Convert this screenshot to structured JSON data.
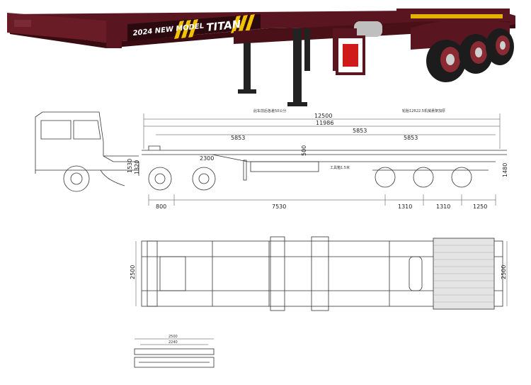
{
  "photo": {
    "banner_model": "2024 NEW MODEL",
    "banner_brand": "TITAN",
    "colors": {
      "body": "#5a1620",
      "body_dark": "#3a0c12",
      "tire": "#1c1c1c",
      "hub": "#cfcfcf",
      "stripe": "#f2c200"
    }
  },
  "side_view": {
    "note_top": "此车前后各差50公分",
    "note_axle": "轮胎12R22.5机械悬架加厚",
    "tool_box": "工具箱1.5米",
    "dims_top": [
      "12500",
      "11986",
      "5853",
      "5853",
      "5853"
    ],
    "dims_vertical": [
      "500",
      "1530",
      "1320",
      "1480"
    ],
    "dim_2300": "2300",
    "dims_bottom": [
      "800",
      "7530",
      "1310",
      "1310",
      "1250"
    ]
  },
  "top_view": {
    "width_left": "2500",
    "width_right": "2500"
  },
  "rear_view": {
    "width_outer": "2500",
    "width_inner": "2240"
  }
}
